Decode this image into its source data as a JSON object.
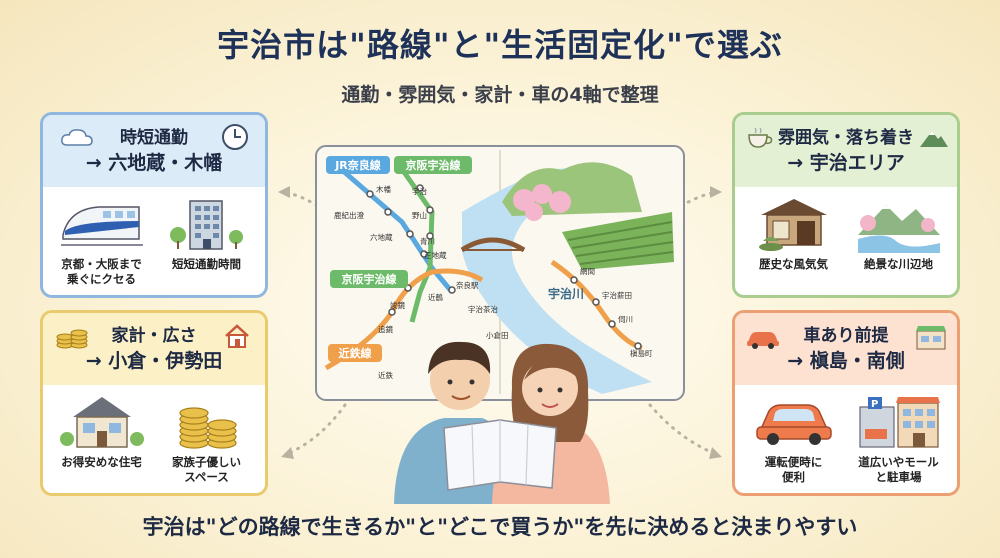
{
  "header": {
    "title": "宇治市は\"路線\"と\"生活固定化\"で選ぶ",
    "subtitle": "通勤・雰囲気・家計・車の4軸で整理"
  },
  "footer": "宇治は\"どの路線で生きるか\"と\"どこで買うか\"を先に決めると決まりやすい",
  "cards": {
    "commute": {
      "line1": "時短通勤",
      "line2": "→ 六地蔵・木幡",
      "items": [
        {
          "caption": "京都・大阪まで\n乗ぐにクセる",
          "icon": "bullet-train-icon"
        },
        {
          "caption": "短短通勤時間",
          "icon": "office-building-icon"
        }
      ],
      "color": "#8fb7df"
    },
    "atmosphere": {
      "line1": "雰囲気・落ち着き",
      "line2": "→ 宇治エリア",
      "items": [
        {
          "caption": "歴史な風気気",
          "icon": "tea-house-icon"
        },
        {
          "caption": "絶景な川辺地",
          "icon": "river-mountain-icon"
        }
      ],
      "color": "#a9cd8e"
    },
    "budget": {
      "line1": "家計・広さ",
      "line2": "→ 小倉・伊勢田",
      "items": [
        {
          "caption": "お得安めな住宅",
          "icon": "house-icon"
        },
        {
          "caption": "家族子優しい\nスペース",
          "icon": "coins-icon"
        }
      ],
      "color": "#e9cb6e"
    },
    "car": {
      "line1": "車あり前提",
      "line2": "→ 槇島・南側",
      "items": [
        {
          "caption": "運転便時に\n便利",
          "icon": "car-icon"
        },
        {
          "caption": "道広いやモール\nと駐車場",
          "icon": "mall-parking-icon"
        }
      ],
      "color": "#ec9f73"
    }
  },
  "map": {
    "lines": [
      {
        "name": "JR奈良線",
        "color": "#5aa8e0"
      },
      {
        "name": "京阪宇治線",
        "color": "#6dbb6a"
      },
      {
        "name": "京阪宇治線",
        "color": "#6dbb6a"
      },
      {
        "name": "近鉄線",
        "color": "#f0a04b"
      }
    ],
    "river": "宇治川",
    "stations": [
      "木幡",
      "宇治",
      "鹿紀出澄",
      "野山",
      "六地蔵",
      "青川",
      "正地蔵",
      "網間",
      "宇治薪田",
      "伺川",
      "槇島町",
      "奈良駅",
      "近鶴",
      "宇治茶治",
      "小倉田",
      "竣鏡",
      "追鏡",
      "近鉄"
    ]
  }
}
